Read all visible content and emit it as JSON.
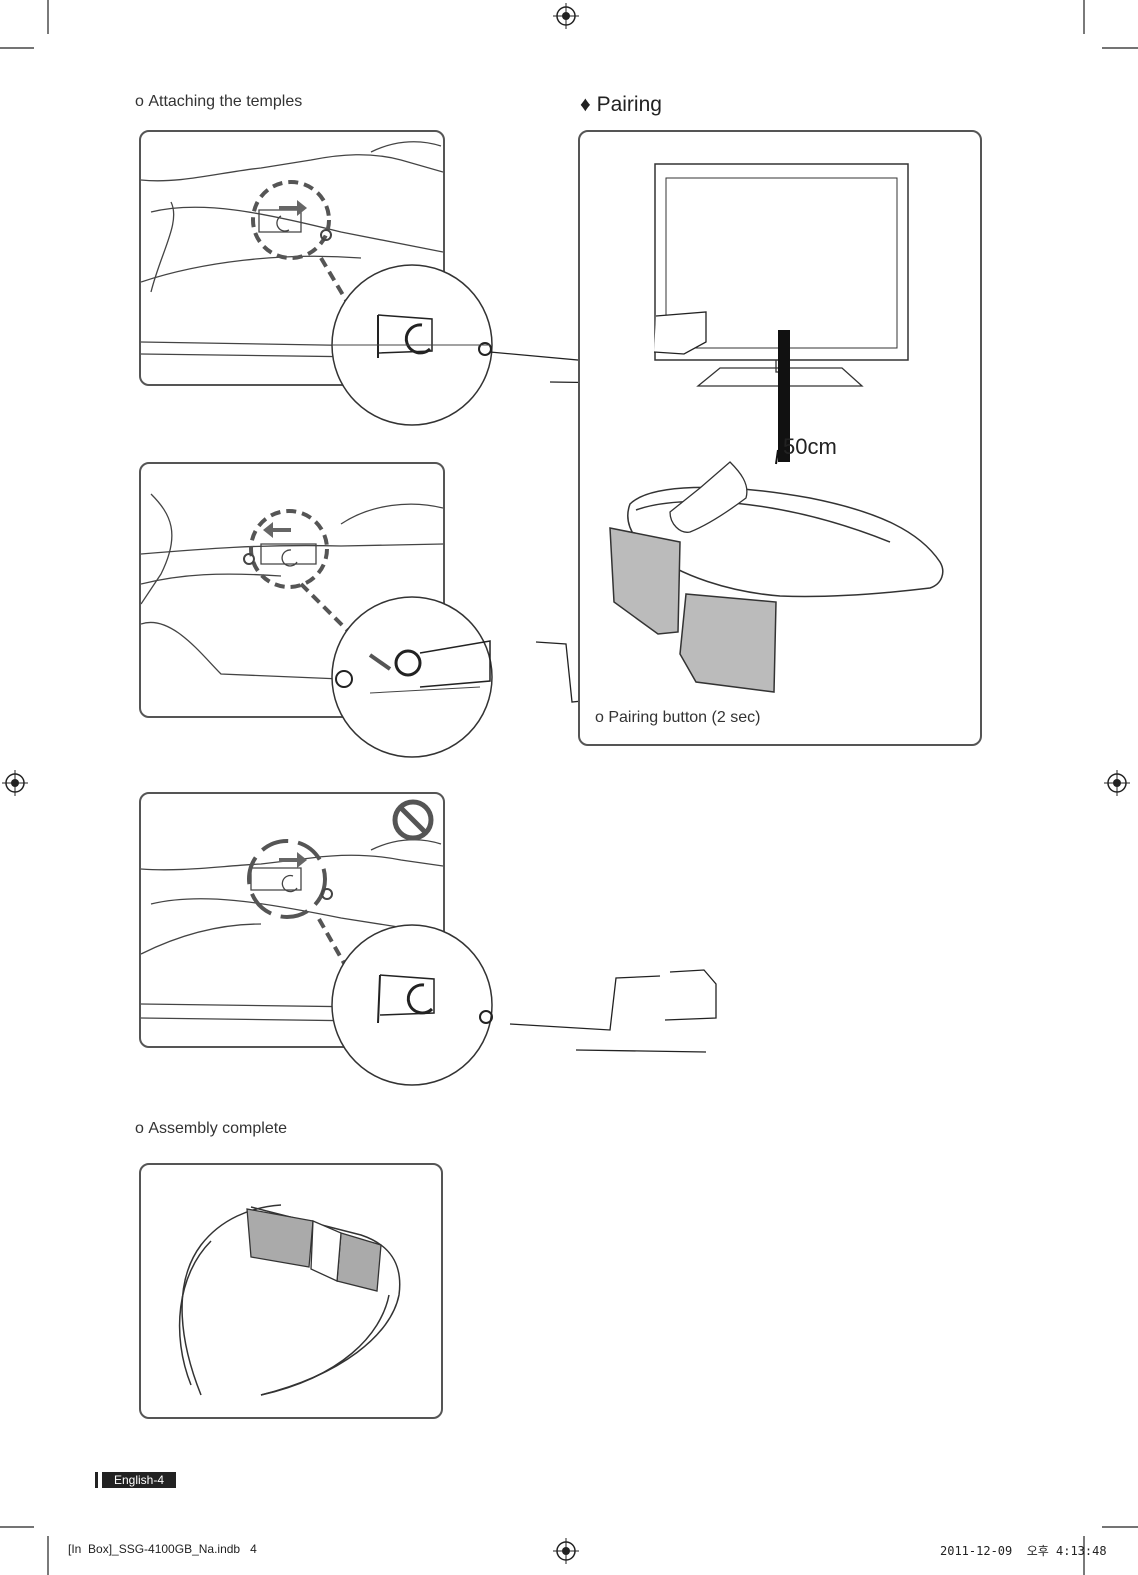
{
  "sections": {
    "attach_caption": "ο Attaching the temples",
    "assembly_caption": "ο Assembly complete"
  },
  "pairing": {
    "heading": "Pairing",
    "bullet": "♦",
    "distance_label": "50cm",
    "button_caption": "ο Pairing button (2 sec)"
  },
  "footer": {
    "page_label": "English-4",
    "file_name": "[In  Box]_SSG-4100GB_Na.indb   4",
    "timestamp": "2011-12-09  오후 4:13:48"
  }
}
